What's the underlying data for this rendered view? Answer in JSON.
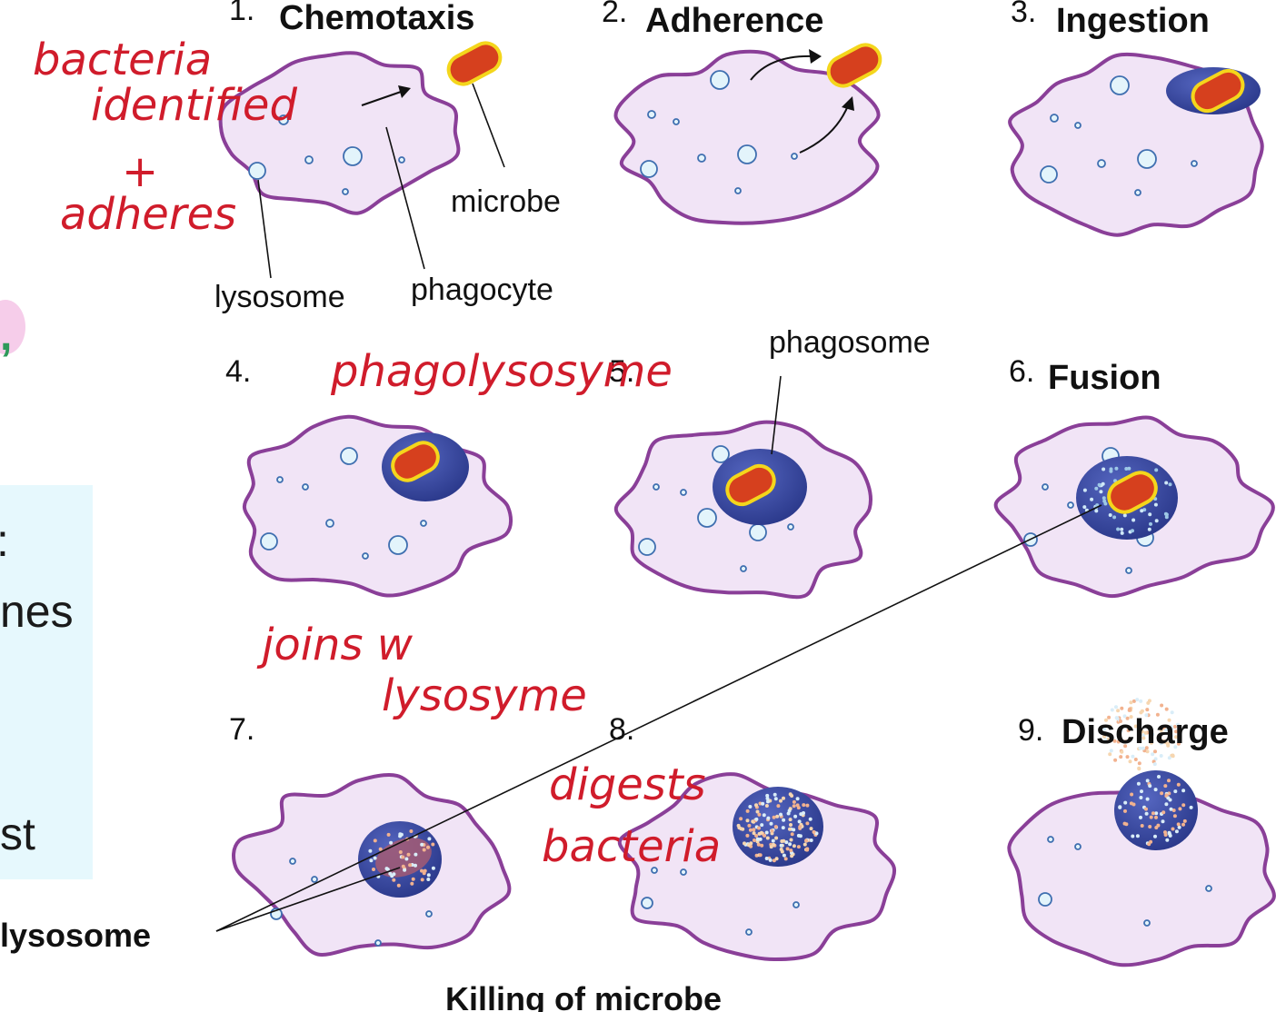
{
  "stages": {
    "s1": {
      "number": "1.",
      "title": "Chemotaxis"
    },
    "s2": {
      "number": "2.",
      "title": "Adherence"
    },
    "s3": {
      "number": "3.",
      "title": "Ingestion"
    },
    "s4": {
      "number": "4."
    },
    "s5": {
      "number": "5."
    },
    "s6": {
      "number": "6.",
      "title": "Fusion"
    },
    "s7": {
      "number": "7."
    },
    "s8": {
      "number": "8."
    },
    "s9": {
      "number": "9.",
      "title": "Discharge"
    }
  },
  "callouts": {
    "microbe": "microbe",
    "lysosome": "lysosome",
    "phagocyte": "phagocyte",
    "phagosome": "phagosome",
    "phagolysosome_bold": "lysosome"
  },
  "bottom_caption": "Killing of microbe",
  "handwriting": {
    "bacteria": "bacteria",
    "identified": "identified",
    "plus": "+",
    "adheres": "adheres",
    "phagolysosyme": "phagolysosyme",
    "joins": "joins  w",
    "lysosyme": "lysosyme",
    "digests": "digests",
    "bacteria2": "bacteria"
  },
  "left_panel": {
    "line1": ":",
    "line2": "nes",
    "line3": "st",
    "comma": ","
  },
  "colors": {
    "cell_fill": "#f1e4f6",
    "cell_stroke": "#8a3f98",
    "vacuole": "#2e3f94",
    "microbe": "#d6401e",
    "microbe_ring": "#f4d61c",
    "ink": "#d01c2b",
    "panel_bg": "#e6f8fd"
  }
}
